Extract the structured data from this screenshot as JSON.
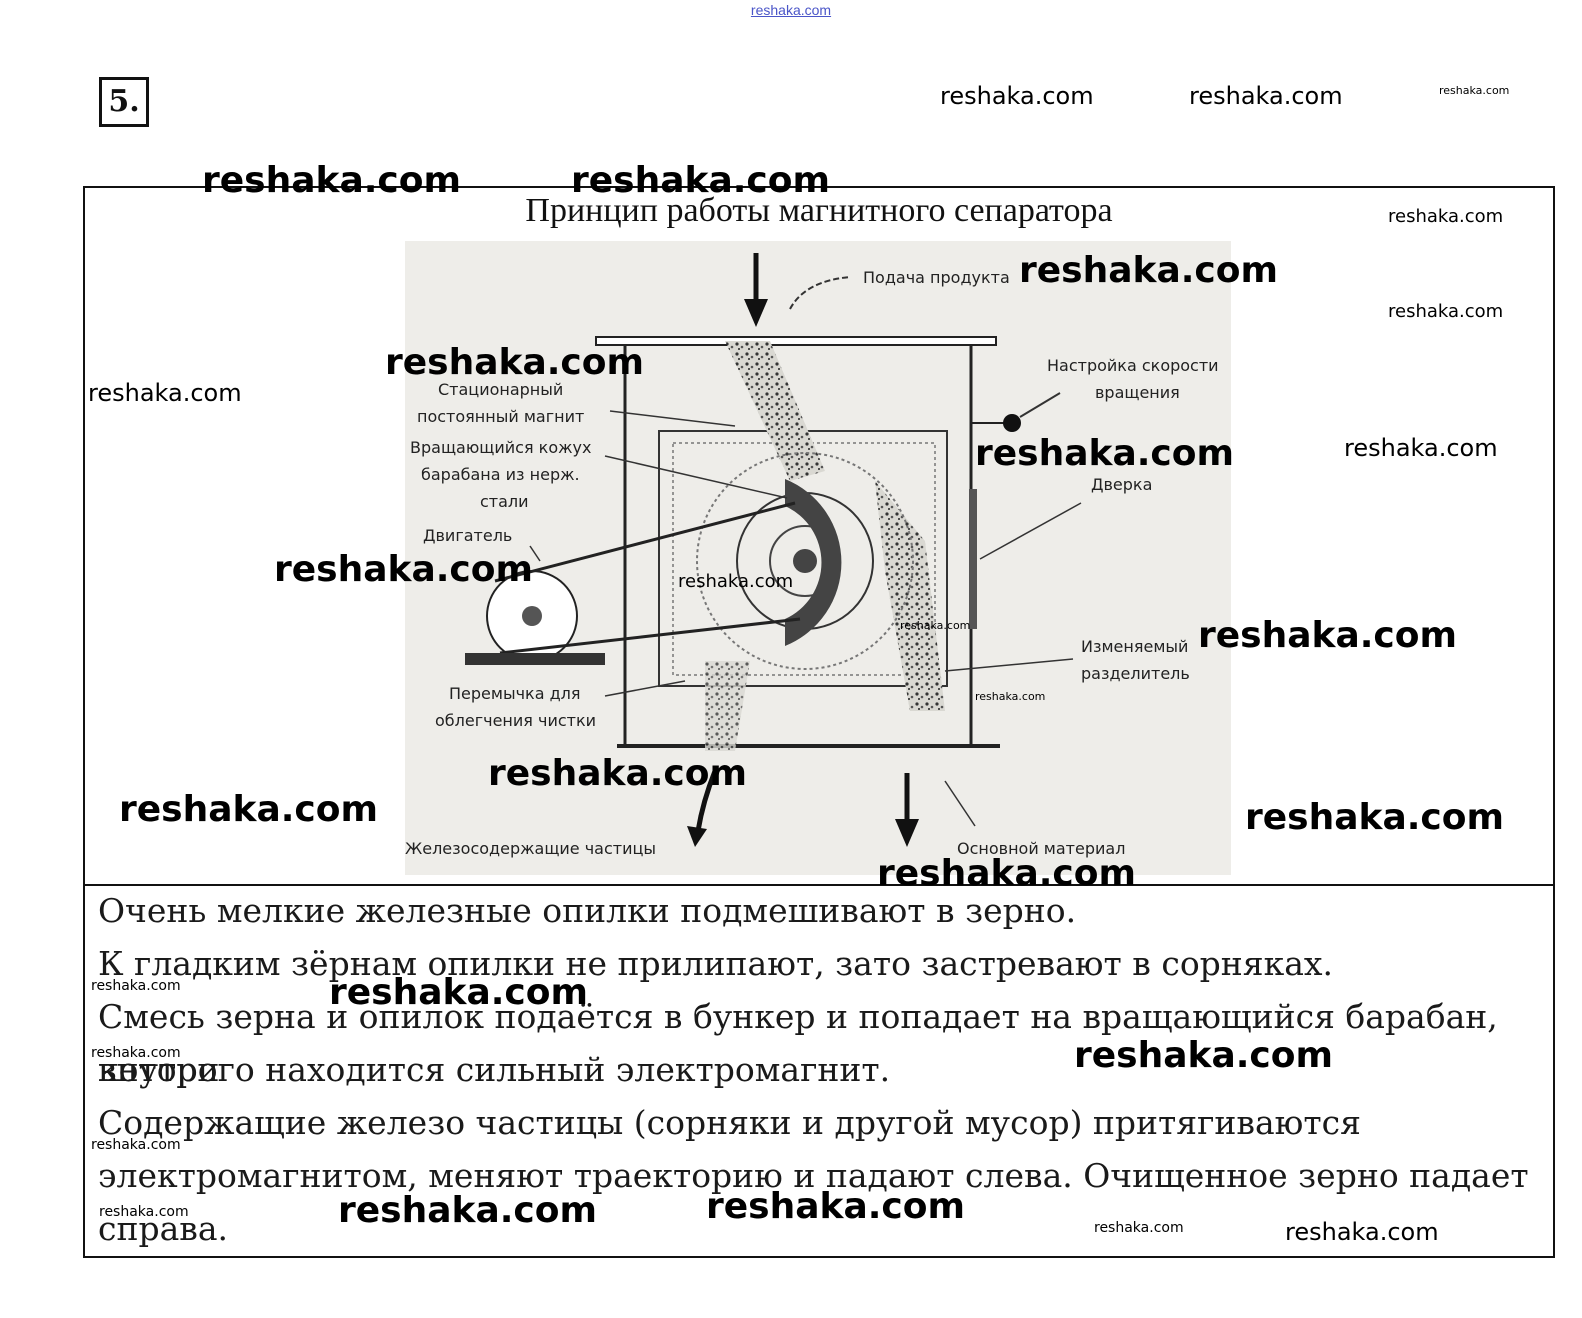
{
  "header": {
    "site_link": "reshaka.com",
    "task_number": "5."
  },
  "heading": "Принцип работы магнитного сепаратора",
  "diagram": {
    "labels": {
      "product_feed": "Подача продукта",
      "speed_setting_1": "Настройка скорости",
      "speed_setting_2": "вращения",
      "magnet_1": "Стационарный",
      "magnet_2": "постоянный магнит",
      "shell_1": "Вращающийся кожух",
      "shell_2": "барабана из нерж.",
      "shell_3": "стали",
      "door": "Дверка",
      "motor": "Двигатель",
      "divider_1": "Изменяемый",
      "divider_2": "разделитель",
      "jumper_1": "Перемычка для",
      "jumper_2": "облегчения чистки",
      "iron_particles": "Железосодержащие частицы",
      "main_material": "Основной материал"
    }
  },
  "paragraphs": [
    "Очень мелкие железные опилки подмешивают в зерно.",
    "К гладким зёрнам опилки не прилипают, зато застревают в сорняках.",
    "Смесь зерна и опилок подаётся в бункер и попадает на вращающийся барабан, внутри",
    "которого находится сильный электромагнит.",
    "Содержащие железо частицы (сорняки и другой мусор) притягиваются",
    "электромагнитом, меняют траекторию и падают слева. Очищенное зерно падает",
    "справа."
  ],
  "watermark": "reshaka.com"
}
